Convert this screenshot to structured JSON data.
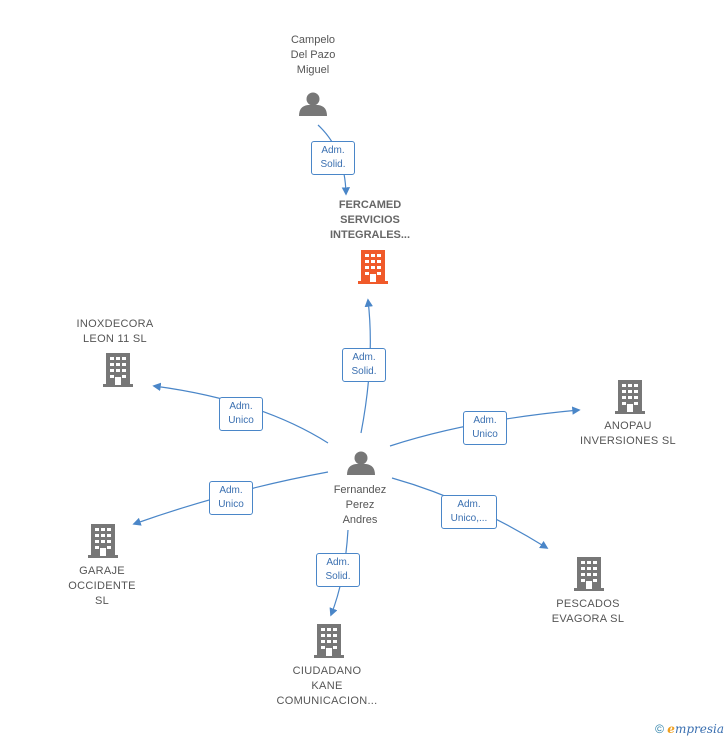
{
  "nodes": {
    "campelo": {
      "label": "Campelo\nDel Pazo\nMiguel",
      "type": "person"
    },
    "fercamed": {
      "label": "FERCAMED\nSERVICIOS\nINTEGRALES...",
      "type": "company-main"
    },
    "inoxdecora": {
      "label": "INOXDECORA\nLEON 11  SL",
      "type": "company"
    },
    "anopau": {
      "label": "ANOPAU\nINVERSIONES SL",
      "type": "company"
    },
    "fernandez": {
      "label": "Fernandez\nPerez\nAndres",
      "type": "person"
    },
    "garaje": {
      "label": "GARAJE\nOCCIDENTE\nSL",
      "type": "company"
    },
    "pescados": {
      "label": "PESCADOS\nEVAGORA  SL",
      "type": "company"
    },
    "ciudadano": {
      "label": "CIUDADANO\nKANE\nCOMUNICACION...",
      "type": "company"
    }
  },
  "edges": {
    "campelo_fercamed": "Adm.\nSolid.",
    "fernandez_fercamed": "Adm.\nSolid.",
    "fernandez_inoxdecora": "Adm.\nUnico",
    "fernandez_anopau": "Adm.\nUnico",
    "fernandez_garaje": "Adm.\nUnico",
    "fernandez_pescados": "Adm.\nUnico,...",
    "fernandez_ciudadano": "Adm.\nSolid."
  },
  "footer": {
    "copyright": "©",
    "brand_initial": "e",
    "brand_rest": "mpresia"
  },
  "colors": {
    "edge": "#4a86c8",
    "company_icon": "#777777",
    "main_icon": "#f05a2a",
    "person_icon": "#777777"
  }
}
